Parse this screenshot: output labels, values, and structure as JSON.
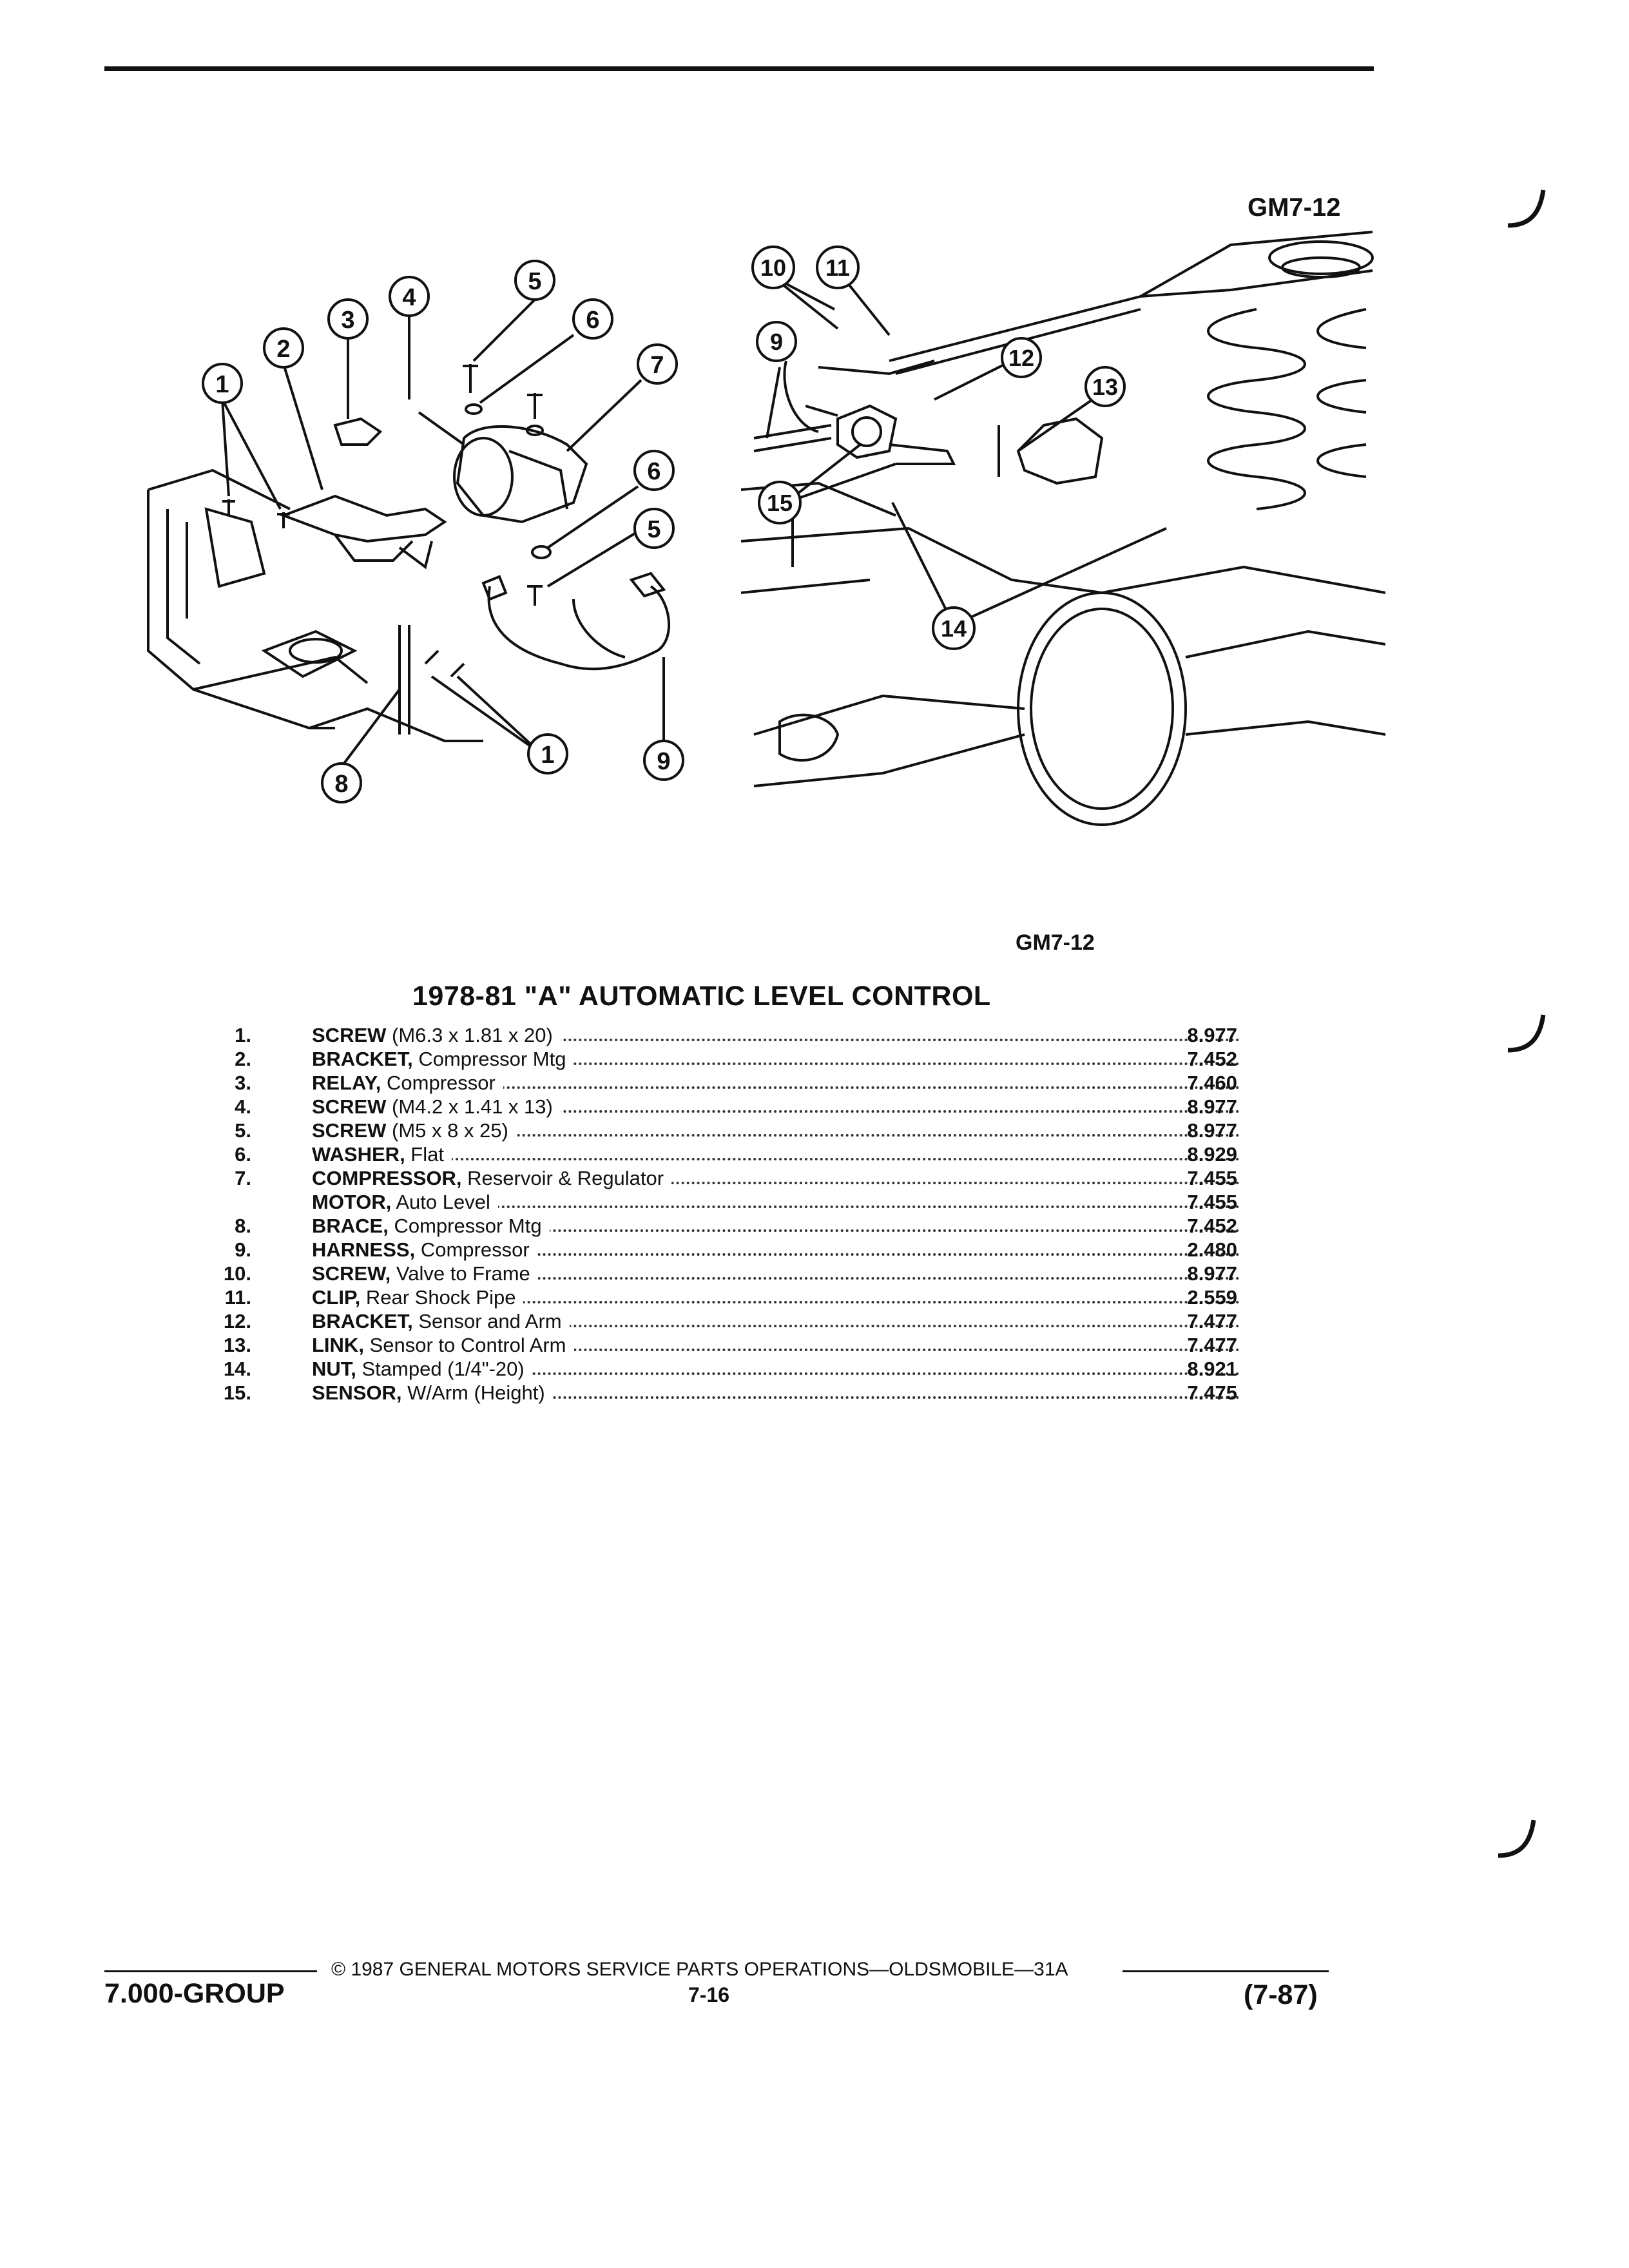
{
  "figure_code_top": "GM7-12",
  "figure_code_mid": "GM7-12",
  "title": "1978-81 \"A\" AUTOMATIC LEVEL CONTROL",
  "parts": [
    {
      "num": "1.",
      "name": "SCREW",
      "detail": " (M6.3 x 1.81 x 20)",
      "code": "8.977"
    },
    {
      "num": "2.",
      "name": "BRACKET,",
      "detail": " Compressor Mtg",
      "code": "7.452"
    },
    {
      "num": "3.",
      "name": "RELAY,",
      "detail": " Compressor",
      "code": "7.460"
    },
    {
      "num": "4.",
      "name": "SCREW",
      "detail": " (M4.2 x 1.41 x 13)",
      "code": "8.977"
    },
    {
      "num": "5.",
      "name": "SCREW",
      "detail": " (M5 x 8 x 25)",
      "code": "8.977"
    },
    {
      "num": "6.",
      "name": "WASHER,",
      "detail": " Flat",
      "code": "8.929"
    },
    {
      "num": "7.",
      "name": "COMPRESSOR,",
      "detail": " Reservoir & Regulator",
      "code": "7.455"
    },
    {
      "num": "",
      "name": "MOTOR,",
      "detail": " Auto Level",
      "code": "7.455"
    },
    {
      "num": "8.",
      "name": "BRACE,",
      "detail": " Compressor Mtg",
      "code": "7.452"
    },
    {
      "num": "9.",
      "name": "HARNESS,",
      "detail": " Compressor",
      "code": "2.480"
    },
    {
      "num": "10.",
      "name": "SCREW,",
      "detail": " Valve to Frame",
      "code": "8.977"
    },
    {
      "num": "11.",
      "name": "CLIP,",
      "detail": " Rear Shock Pipe",
      "code": "2.559"
    },
    {
      "num": "12.",
      "name": "BRACKET,",
      "detail": " Sensor and Arm",
      "code": "7.477"
    },
    {
      "num": "13.",
      "name": "LINK,",
      "detail": " Sensor to Control Arm",
      "code": "7.477"
    },
    {
      "num": "14.",
      "name": "NUT,",
      "detail": " Stamped (1/4\"-20)",
      "code": "8.921"
    },
    {
      "num": "15.",
      "name": "SENSOR,",
      "detail": " W/Arm (Height)",
      "code": "7.475"
    }
  ],
  "callouts_left": [
    "1",
    "2",
    "3",
    "4",
    "5",
    "6",
    "7",
    "6",
    "5",
    "1",
    "8",
    "9"
  ],
  "callouts_right": [
    "10",
    "11",
    "9",
    "12",
    "13",
    "15",
    "14"
  ],
  "footer": {
    "copyright": "© 1987 GENERAL MOTORS SERVICE PARTS OPERATIONS—OLDSMOBILE—31A",
    "group": "7.000-GROUP",
    "page": "7-16",
    "date": "(7-87)"
  }
}
